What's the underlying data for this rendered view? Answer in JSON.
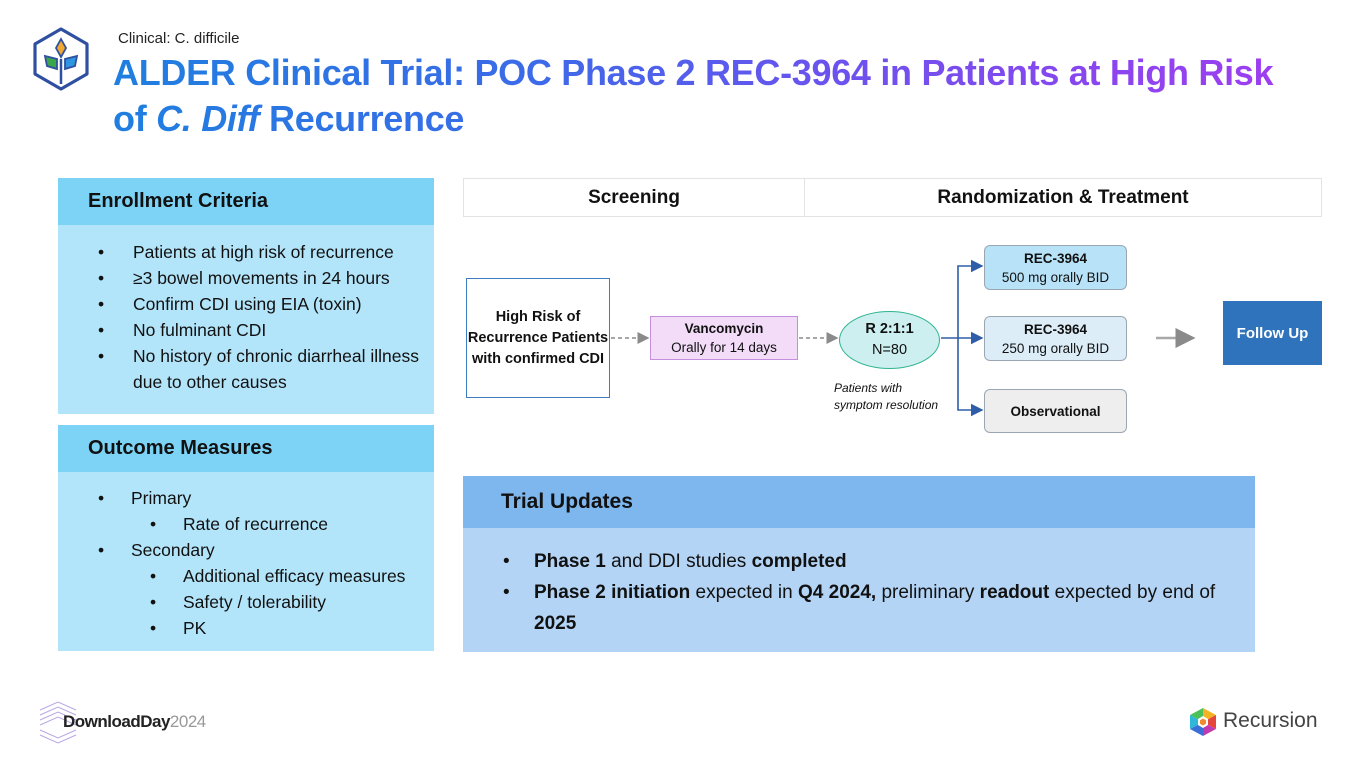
{
  "header": {
    "eyebrow": "Clinical: C. difficile",
    "title_part1": "ALDER Clinical Trial: POC Phase 2 REC-3964 in Patients at High Risk of ",
    "title_italic": "C. Diff",
    "title_part2": " Recurrence",
    "logo_icon": "sprout-hexagon-icon"
  },
  "enrollment": {
    "heading": "Enrollment Criteria",
    "items": [
      "Patients at high risk of recurrence",
      "≥3 bowel movements in 24 hours",
      "Confirm CDI using EIA (toxin)",
      "No fulminant CDI",
      "No history of chronic diarrheal illness due to other causes"
    ]
  },
  "outcomes": {
    "heading": "Outcome Measures",
    "primary_label": "Primary",
    "primary_items": [
      "Rate of recurrence"
    ],
    "secondary_label": "Secondary",
    "secondary_items": [
      "Additional efficacy measures",
      "Safety / tolerability",
      "PK"
    ]
  },
  "phases": {
    "screening": "Screening",
    "treatment": "Randomization & Treatment"
  },
  "diagram": {
    "population": "High Risk of Recurrence Patients with confirmed CDI",
    "vanc_title": "Vancomycin",
    "vanc_detail": "Orally for 14 days",
    "rand_ratio": "R 2:1:1",
    "rand_n": "N=80",
    "note_line1": "Patients with",
    "note_line2": "symptom resolution",
    "arms": [
      {
        "title": "REC-3964",
        "detail": "500 mg orally BID"
      },
      {
        "title": "REC-3964",
        "detail": "250 mg orally BID"
      },
      {
        "title": "Observational",
        "detail": ""
      }
    ],
    "follow_up": "Follow Up"
  },
  "updates": {
    "heading": "Trial Updates",
    "item1": [
      {
        "t": "Phase 1",
        "b": true
      },
      {
        "t": " and DDI studies ",
        "b": false
      },
      {
        "t": "completed",
        "b": true
      }
    ],
    "item2": [
      {
        "t": "Phase 2 initiation",
        "b": true
      },
      {
        "t": " expected in ",
        "b": false
      },
      {
        "t": "Q4 2024,",
        "b": true
      },
      {
        "t": " preliminary ",
        "b": false
      },
      {
        "t": "readout",
        "b": true
      },
      {
        "t": " expected by end of ",
        "b": false
      },
      {
        "t": "2025",
        "b": true
      }
    ]
  },
  "footer": {
    "event_name": "DownloadDay",
    "event_year": "2024",
    "company": "Recursion",
    "colors": {
      "accent_blue": "#2e73bb",
      "title_start": "#1f7fe0",
      "title_end": "#a23cf0"
    }
  }
}
